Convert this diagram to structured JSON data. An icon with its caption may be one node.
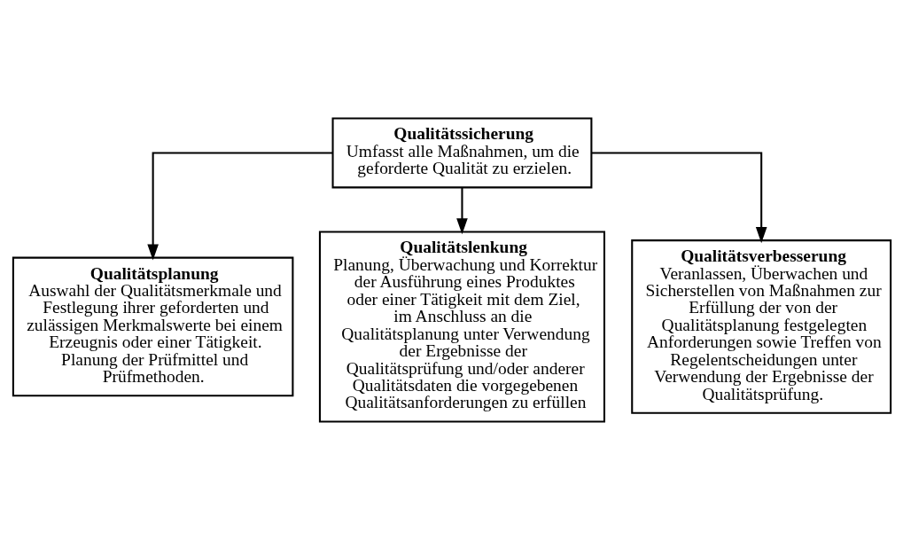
{
  "diagram": {
    "nodes": [
      {
        "text": [
          "Qualitätssicherung",
          "Umfasst alle Maßnahmen, um die geforderte Qualität zu erzielen."
        ]
      },
      {
        "text": [
          "Qualitätsplanung",
          "Auswahl der Qualitätsmerkmale und Festlegung ihrer geforderten und zulässigen Merkmalswerte bei einem Erzeugnis oder einer Tätigkeit.",
          "Planung der Prüfmittel und Prüfmethoden."
        ]
      },
      {
        "text": [
          "Qualitätslenkung",
          "Planung, Überwachung und Korrektur der Ausführung eines Produktes oder einer Tätigkeit mit dem Ziel, im Anschluss an die Qualitätsplanung unter Verwendung der Ergebnisse der Qualitätsprüfung und/oder anderer Qualitätsdaten die vorgegebenen Qualitätsanforderungen zu erfüllen"
        ]
      },
      {
        "text": [
          "Qualitätsverbesserung",
          "Veranlassen, Überwachen und Sicherstellen von Maßnahmen zur Erfüllung der von der Qualitätsplanung festgelegten Anforderungen sowie Treffen von Regelentscheidungen unter Verwendung der Ergebnisse der Qualitätsprüfung."
        ]
      }
    ],
    "edges": [
      {
        "from": 0,
        "to": 1,
        "arrow": "to"
      },
      {
        "from": 0,
        "to": 2,
        "arrow": "to"
      },
      {
        "from": 0,
        "to": 3,
        "arrow": "to"
      }
    ]
  }
}
